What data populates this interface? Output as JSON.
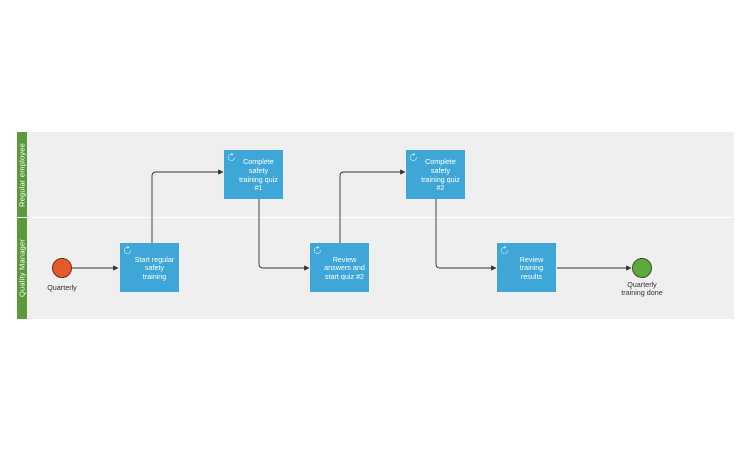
{
  "colors": {
    "lane_header": "#5a9a3a",
    "task": "#3ea7d8",
    "start_event": "#e55a2b",
    "end_event": "#5fa83e",
    "pool_background": "#efefef"
  },
  "lanes": [
    {
      "label": "Regular employee"
    },
    {
      "label": "Quality Manager"
    }
  ],
  "start_event": {
    "label": "Quarterly"
  },
  "end_event": {
    "label": "Quarterly\ntraining done"
  },
  "tasks": [
    {
      "label": "Start regular\nsafety\ntraining",
      "icon": "loop-icon"
    },
    {
      "label": "Complete\nsafety\ntraining quiz\n#1",
      "icon": "loop-icon"
    },
    {
      "label": "Review\nanswers and\nstart quiz #2",
      "icon": "loop-icon"
    },
    {
      "label": "Complete\nsafety\ntraining quiz\n#2",
      "icon": "loop-icon"
    },
    {
      "label": "Review\ntraining\nresults",
      "icon": "loop-icon"
    }
  ]
}
